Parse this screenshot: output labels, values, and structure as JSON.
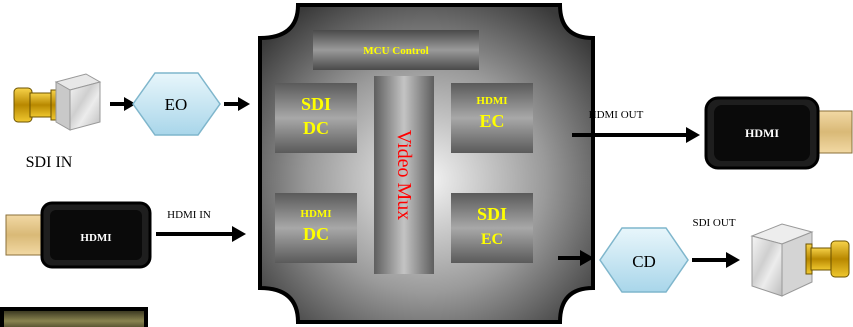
{
  "mcu_control": "MCU Control",
  "video_mux": "Video Mux",
  "sdi_dc": {
    "top": "SDI",
    "bottom": "DC"
  },
  "hdmi_dc": {
    "top": "HDMI",
    "bottom": "DC"
  },
  "hdmi_ec": {
    "top": "HDMI",
    "bottom": "EC"
  },
  "sdi_ec": {
    "top": "SDI",
    "bottom": "EC"
  },
  "eo_label": "EO",
  "cd_label": "CD",
  "sdi_in_label": "SDI IN",
  "hdmi_in_label": "HDMI IN",
  "hdmi_out_label": "HDMI OUT",
  "sdi_out_label": "SDI OUT",
  "hdmi_connector_label": "HDMI",
  "colors": {
    "block_text": "#ffff00",
    "mux_text": "#ff0000",
    "hex_fill": "#c8e8f5",
    "connector_gold": "#d4a300"
  }
}
